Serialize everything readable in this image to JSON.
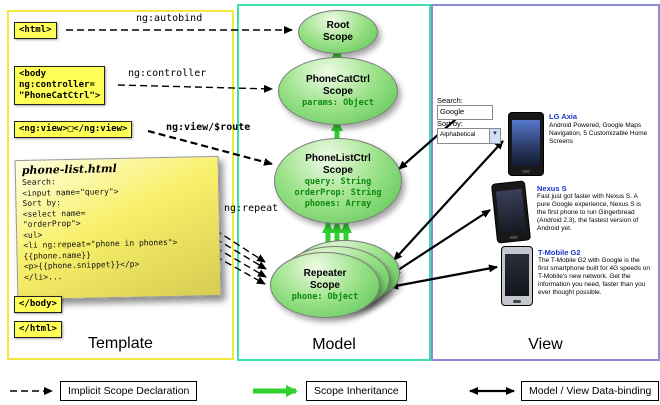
{
  "template_panel": {
    "label": "Template",
    "html_open": "<html>",
    "body_open_lines": [
      "<body",
      "ng:controller=",
      "\"PhoneCatCtrl\">"
    ],
    "ng_view": "<ng:view>□</ng:view>",
    "body_close": "</body>",
    "html_close": "</html>",
    "phone_list": {
      "title": "phone-list.html",
      "code_lines": [
        "Search:",
        "<input name=\"query\">",
        "Sort by:",
        "<select name=",
        "\"orderProp\">",
        "<ul>",
        "<li ng:repeat=\"phone in phones\">",
        "{{phone.name}}",
        "<p>{{phone.snippet}}</p>",
        "</li>..."
      ]
    }
  },
  "model_panel": {
    "label": "Model",
    "root_scope": {
      "title": [
        "Root",
        "Scope"
      ],
      "props": []
    },
    "phonecat_scope": {
      "title": [
        "PhoneCatCtrl",
        "Scope"
      ],
      "props": [
        "params: Object"
      ]
    },
    "phonelist_scope": {
      "title": [
        "PhoneListCtrl",
        "Scope"
      ],
      "props": [
        "query: String",
        "orderProp: String",
        "phones: Array"
      ]
    },
    "repeater_scope": {
      "title": [
        "Repeater",
        "Scope"
      ],
      "props": [
        "phone: Object"
      ]
    }
  },
  "view_panel": {
    "label": "View",
    "search_label": "Search:",
    "search_value": "Google",
    "sort_label": "Sort by:",
    "sort_value": "Alphabetical",
    "phones": [
      {
        "name": "LG Axia",
        "desc": "Android Powered, Google Maps Navigation, 5 Customizable Home Screens"
      },
      {
        "name": "Nexus S",
        "desc": "Fast just got faster with Nexus S. A pure Google experience, Nexus S is the first phone to run Gingerbread (Android 2.3), the fastest version of Android yet."
      },
      {
        "name": "T-Mobile G2",
        "desc": "The T-Mobile G2 with Google is the first smartphone built for 4G speeds on T-Mobile's new network. Get the information you need, faster than you ever thought possible."
      }
    ]
  },
  "arrow_labels": {
    "autobind": "ng:autobind",
    "controller": "ng:controller",
    "view_route": "ng:view/$route",
    "repeat": "ng:repeat"
  },
  "legend": {
    "implicit": "Implicit Scope Declaration",
    "inheritance": "Scope Inheritance",
    "binding": "Model / View Data-binding"
  },
  "icons": {
    "dropdown": "▾"
  },
  "colors": {
    "template_border": "#f2e93c",
    "model_border": "#3fe0ae",
    "view_border": "#8b8bd8",
    "scope_fill": "#7ed87e",
    "inheritance_arrow": "#2fd02f",
    "note_yellow": "#ffff55",
    "link_blue": "#1a35c8"
  }
}
